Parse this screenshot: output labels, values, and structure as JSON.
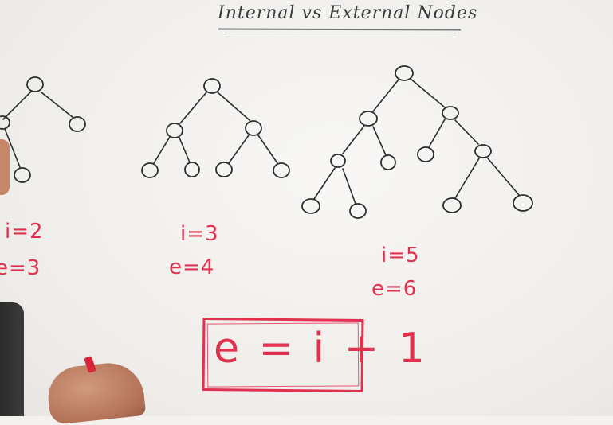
{
  "title": "Internal vs External Nodes",
  "trees": [
    {
      "internal_label": "i=2",
      "external_label": "e=3"
    },
    {
      "internal_label": "i=3",
      "external_label": "e=4"
    },
    {
      "internal_label": "i=5",
      "external_label": "e=6"
    }
  ],
  "formula": "e = i + 1",
  "colors": {
    "ink": "#2c2c2c",
    "marker_red": "#e0314f",
    "board": "#f4f2ef"
  }
}
